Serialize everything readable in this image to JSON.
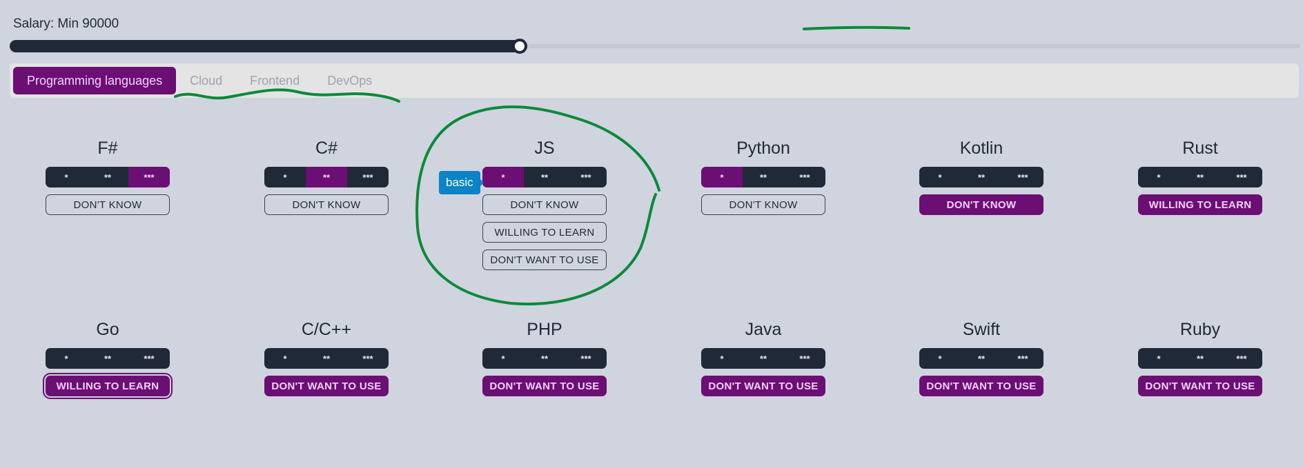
{
  "salary": {
    "label": "Salary: Min 90000",
    "slider_fraction": 0.395
  },
  "tabs": [
    {
      "label": "Programming languages",
      "active": true
    },
    {
      "label": "Cloud",
      "active": false
    },
    {
      "label": "Frontend",
      "active": false
    },
    {
      "label": "DevOps",
      "active": false
    }
  ],
  "level_labels": [
    "*",
    "**",
    "***"
  ],
  "tooltip": {
    "label": "basic"
  },
  "pref_labels": {
    "dont_know": "DON'T KNOW",
    "willing": "WILLING TO LEARN",
    "dont_want": "DON'T WANT TO USE"
  },
  "languages": [
    {
      "name": "F#",
      "level": 3,
      "prefs": [
        {
          "key": "dont_know",
          "style": "outline"
        }
      ]
    },
    {
      "name": "C#",
      "level": 2,
      "prefs": [
        {
          "key": "dont_know",
          "style": "outline"
        }
      ]
    },
    {
      "name": "JS",
      "level": 1,
      "tooltip": true,
      "prefs": [
        {
          "key": "dont_know",
          "style": "outline"
        },
        {
          "key": "willing",
          "style": "outline"
        },
        {
          "key": "dont_want",
          "style": "outline"
        }
      ]
    },
    {
      "name": "Python",
      "level": 1,
      "prefs": [
        {
          "key": "dont_know",
          "style": "outline"
        }
      ]
    },
    {
      "name": "Kotlin",
      "level": 0,
      "prefs": [
        {
          "key": "dont_know",
          "style": "filled"
        }
      ]
    },
    {
      "name": "Rust",
      "level": 0,
      "prefs": [
        {
          "key": "willing",
          "style": "filled"
        }
      ]
    },
    {
      "name": "Go",
      "level": 0,
      "prefs": [
        {
          "key": "willing",
          "style": "filled",
          "focused": true
        }
      ]
    },
    {
      "name": "C/C++",
      "level": 0,
      "prefs": [
        {
          "key": "dont_want",
          "style": "filled"
        }
      ]
    },
    {
      "name": "PHP",
      "level": 0,
      "prefs": [
        {
          "key": "dont_want",
          "style": "filled"
        }
      ]
    },
    {
      "name": "Java",
      "level": 0,
      "prefs": [
        {
          "key": "dont_want",
          "style": "filled"
        }
      ]
    },
    {
      "name": "Swift",
      "level": 0,
      "prefs": [
        {
          "key": "dont_want",
          "style": "filled"
        }
      ]
    },
    {
      "name": "Ruby",
      "level": 0,
      "prefs": [
        {
          "key": "dont_want",
          "style": "filled"
        }
      ]
    }
  ],
  "colors": {
    "accent": "#6b0f74",
    "dark": "#1f2937",
    "background": "#d0d4de",
    "tooltip": "#0a84c6",
    "annotation": "#0a8a3a"
  }
}
